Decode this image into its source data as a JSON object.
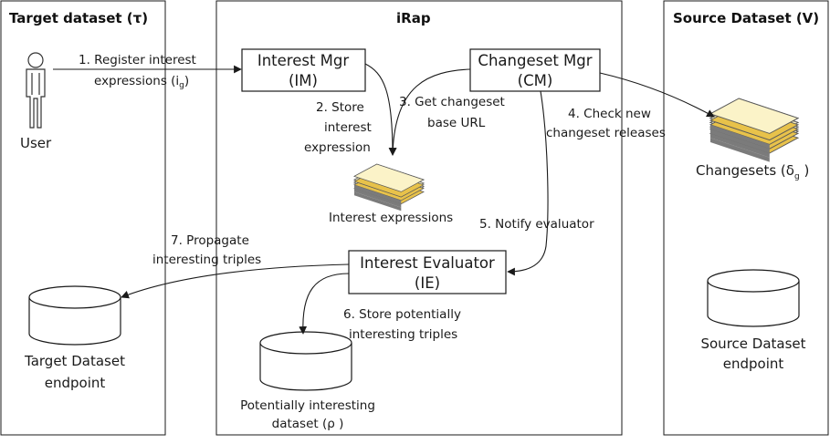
{
  "panels": {
    "target": {
      "title": "Target dataset (τ)"
    },
    "irap": {
      "title": "iRap"
    },
    "source": {
      "title": "Source Dataset (V)"
    }
  },
  "actor": {
    "label": "User"
  },
  "components": {
    "interest_mgr": {
      "line1": "Interest Mgr",
      "line2": "(IM)"
    },
    "changeset_mgr": {
      "line1": "Changeset Mgr",
      "line2": "(CM)"
    },
    "interest_evaluator": {
      "line1": "Interest Evaluator",
      "line2": "(IE)"
    }
  },
  "stores": {
    "interest_expressions": {
      "label": "Interest expressions"
    },
    "changesets": {
      "label": "Changesets (δ",
      "sub": "g",
      "tail": " )"
    },
    "target_endpoint": {
      "line1": "Target Dataset",
      "line2": "endpoint"
    },
    "potential_dataset": {
      "line1": "Potentially interesting",
      "line2": "dataset (ρ )"
    },
    "source_endpoint": {
      "line1": "Source Dataset",
      "line2": "endpoint"
    }
  },
  "steps": {
    "s1": {
      "line1": "1. Register interest",
      "line2": "expressions (i",
      "sub": "g",
      "tail": ")"
    },
    "s2": {
      "line1": "2. Store",
      "line2": "interest",
      "line3": "expression"
    },
    "s3": {
      "line1": "3. Get changeset",
      "line2": "base URL"
    },
    "s4": {
      "line1": "4. Check new",
      "line2": "changeset releases"
    },
    "s5": {
      "line1": "5. Notify evaluator"
    },
    "s6": {
      "line1": "6. Store potentially",
      "line2": "interesting triples"
    },
    "s7": {
      "line1": "7. Propagate",
      "line2": "interesting triples"
    }
  },
  "colors": {
    "line": "#1a1a1a",
    "page_gold": "#e8c24a",
    "page_cream": "#fbf3c8",
    "page_edge": "#5a5a5a"
  }
}
